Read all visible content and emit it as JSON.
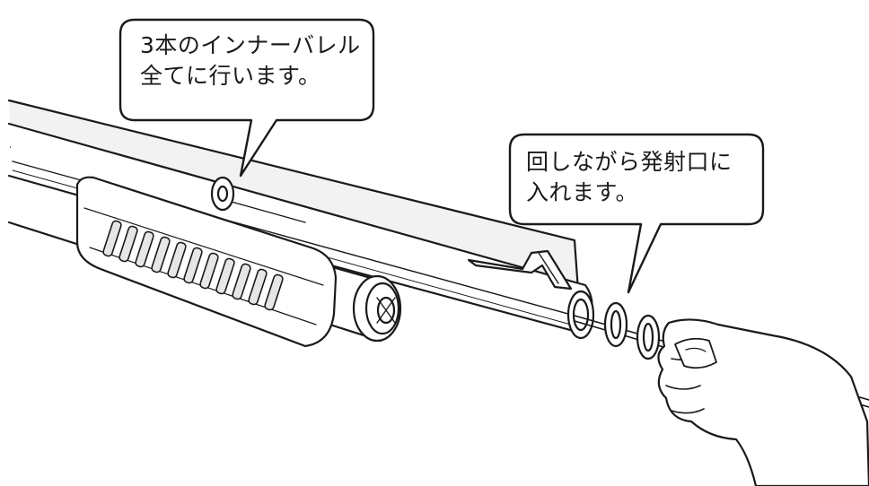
{
  "callouts": [
    {
      "lines": [
        "3本のインナーバレル",
        "全てに行います。"
      ]
    },
    {
      "lines": [
        "回しながら発射口に",
        "入れます。"
      ]
    }
  ],
  "colors": {
    "line": "#1a1a1a",
    "shade": "#d0d0d0",
    "fill": "#ffffff"
  }
}
